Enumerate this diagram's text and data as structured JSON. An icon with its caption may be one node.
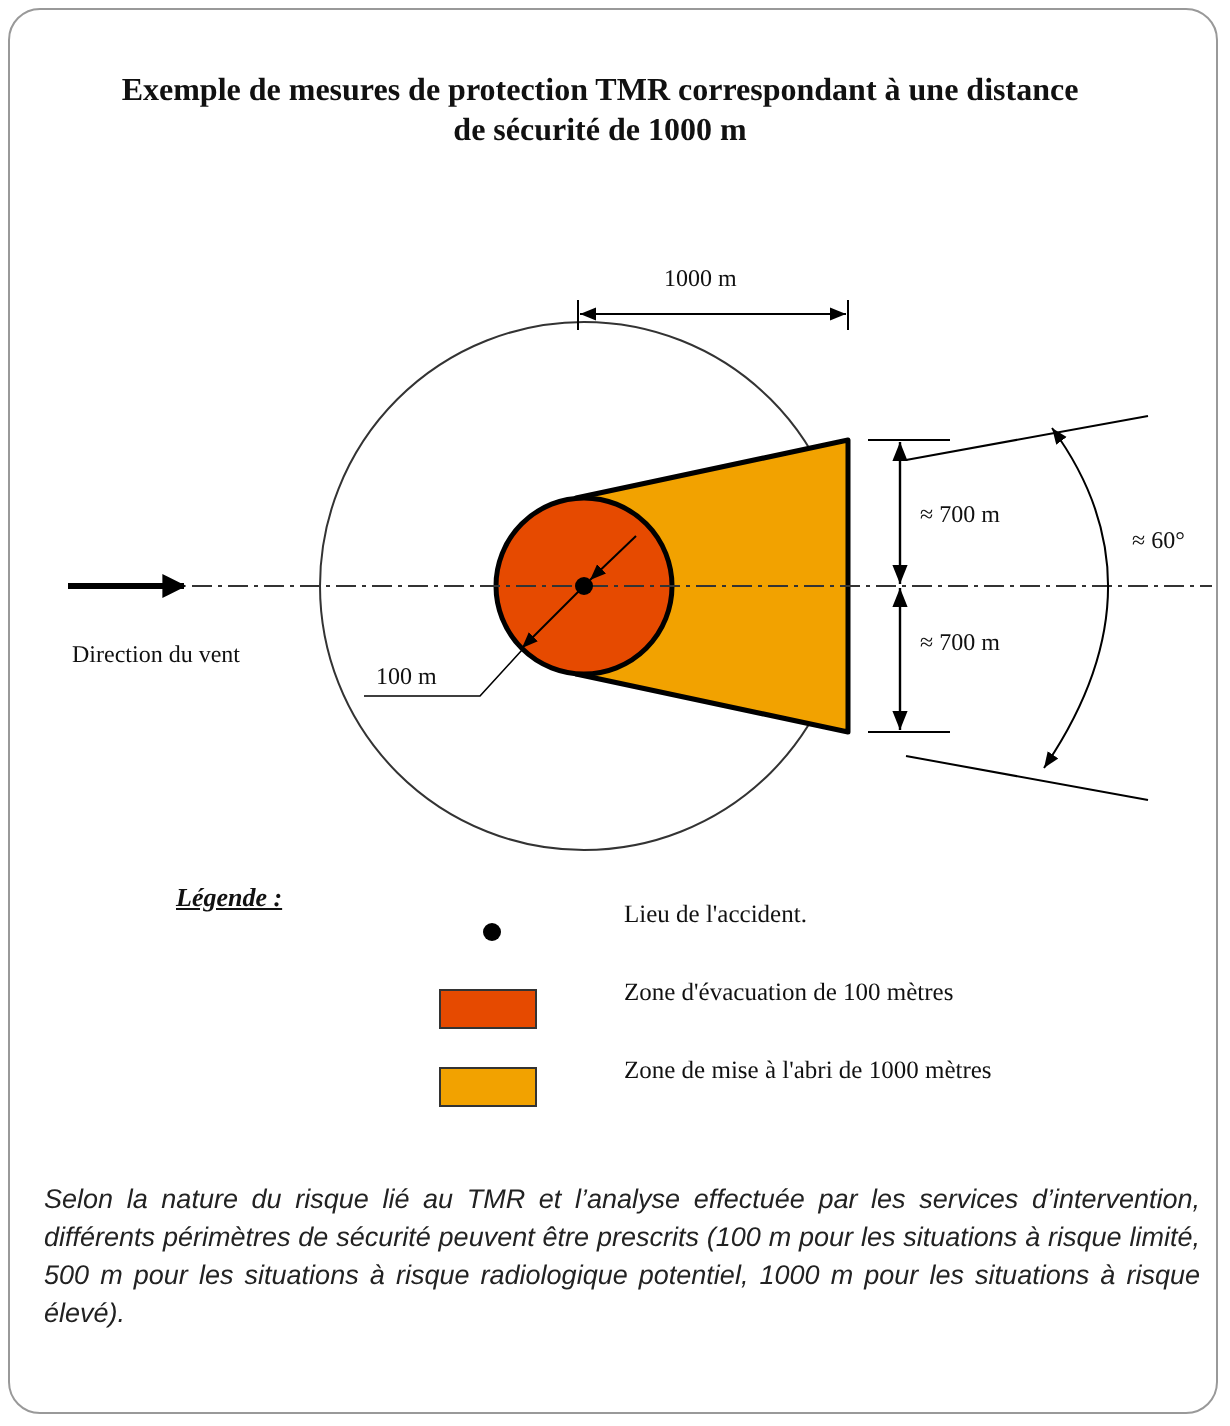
{
  "diagram": {
    "title": "Exemple de mesures de protection TMR correspondant à une distance de sécurité de 1000 m",
    "caption": "Selon la nature du risque lié au TMR et l’analyse effectuée par les services d’intervention, différents périmètres de sécurité peuvent être prescrits (100 m pour les situations à risque limité, 500 m pour les situations à risque radiologique potentiel, 1000 m pour les situations à risque élevé).",
    "labels": [
      "1000 m",
      "≈ 700 m",
      "≈ 60°",
      "≈ 700 m",
      "Direction du vent",
      "100 m",
      "Légende :"
    ],
    "legend": [
      {
        "text": "Lieu de l'accident."
      },
      {
        "text": "Zone d'évacuation de 100 mètres",
        "color": "#e64a00"
      },
      {
        "text": "Zone de mise à l'abri de 1000 mètres",
        "color": "#f2a200"
      }
    ]
  }
}
